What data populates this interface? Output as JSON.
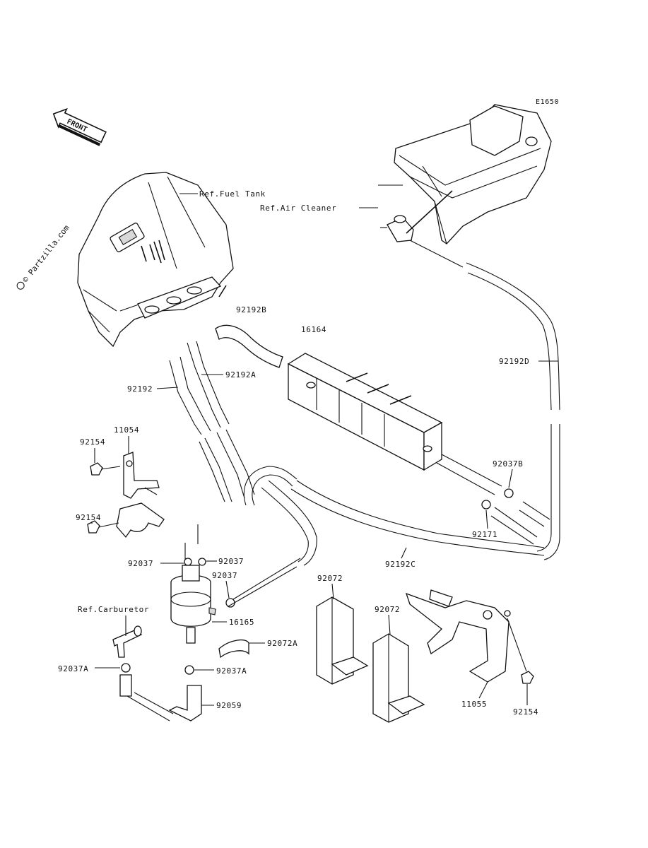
{
  "diagram_code": "E1650",
  "watermark": "© Partzilla.com",
  "front_badge": "FRONT",
  "references": {
    "fuel_tank": "Ref.Fuel Tank",
    "air_cleaner": "Ref.Air Cleaner",
    "carburetor": "Ref.Carburetor"
  },
  "part_labels": {
    "p92192B": "92192B",
    "p16164": "16164",
    "p92192D": "92192D",
    "p92192A": "92192A",
    "p92192": "92192",
    "p11054": "11054",
    "p92154_top": "92154",
    "p92154_mid": "92154",
    "p92037B": "92037B",
    "p92171": "92171",
    "p92192C": "92192C",
    "p92037_left": "92037",
    "p92037_right": "92037",
    "p92037_center": "92037",
    "p16165": "16165",
    "p92072_a": "92072",
    "p92072_b": "92072",
    "p92072A": "92072A",
    "p92037A_left": "92037A",
    "p92037A_right": "92037A",
    "p92059": "92059",
    "p11055": "11055",
    "p92154_bottom": "92154"
  },
  "icons": {
    "front_arrow": "front-arrow-icon",
    "copyright": "copyright-icon"
  }
}
